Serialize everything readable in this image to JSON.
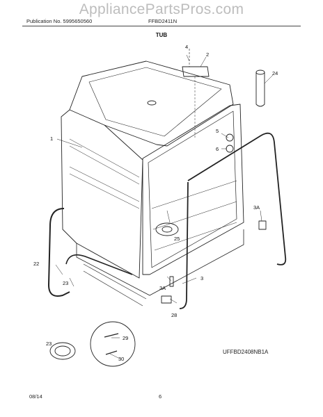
{
  "watermark": "AppliancePartsPros.com",
  "header": {
    "publication": "Publication No. 5995650560",
    "model": "FFBD2411N"
  },
  "title": "TUB",
  "diagram_code": "UFFBD2408NB1A",
  "footer": {
    "date": "08/14",
    "page": "6"
  },
  "callouts": [
    "1",
    "2",
    "3",
    "3A",
    "3A",
    "4",
    "5",
    "6",
    "22",
    "23",
    "23",
    "24",
    "25",
    "28",
    "29",
    "30"
  ]
}
